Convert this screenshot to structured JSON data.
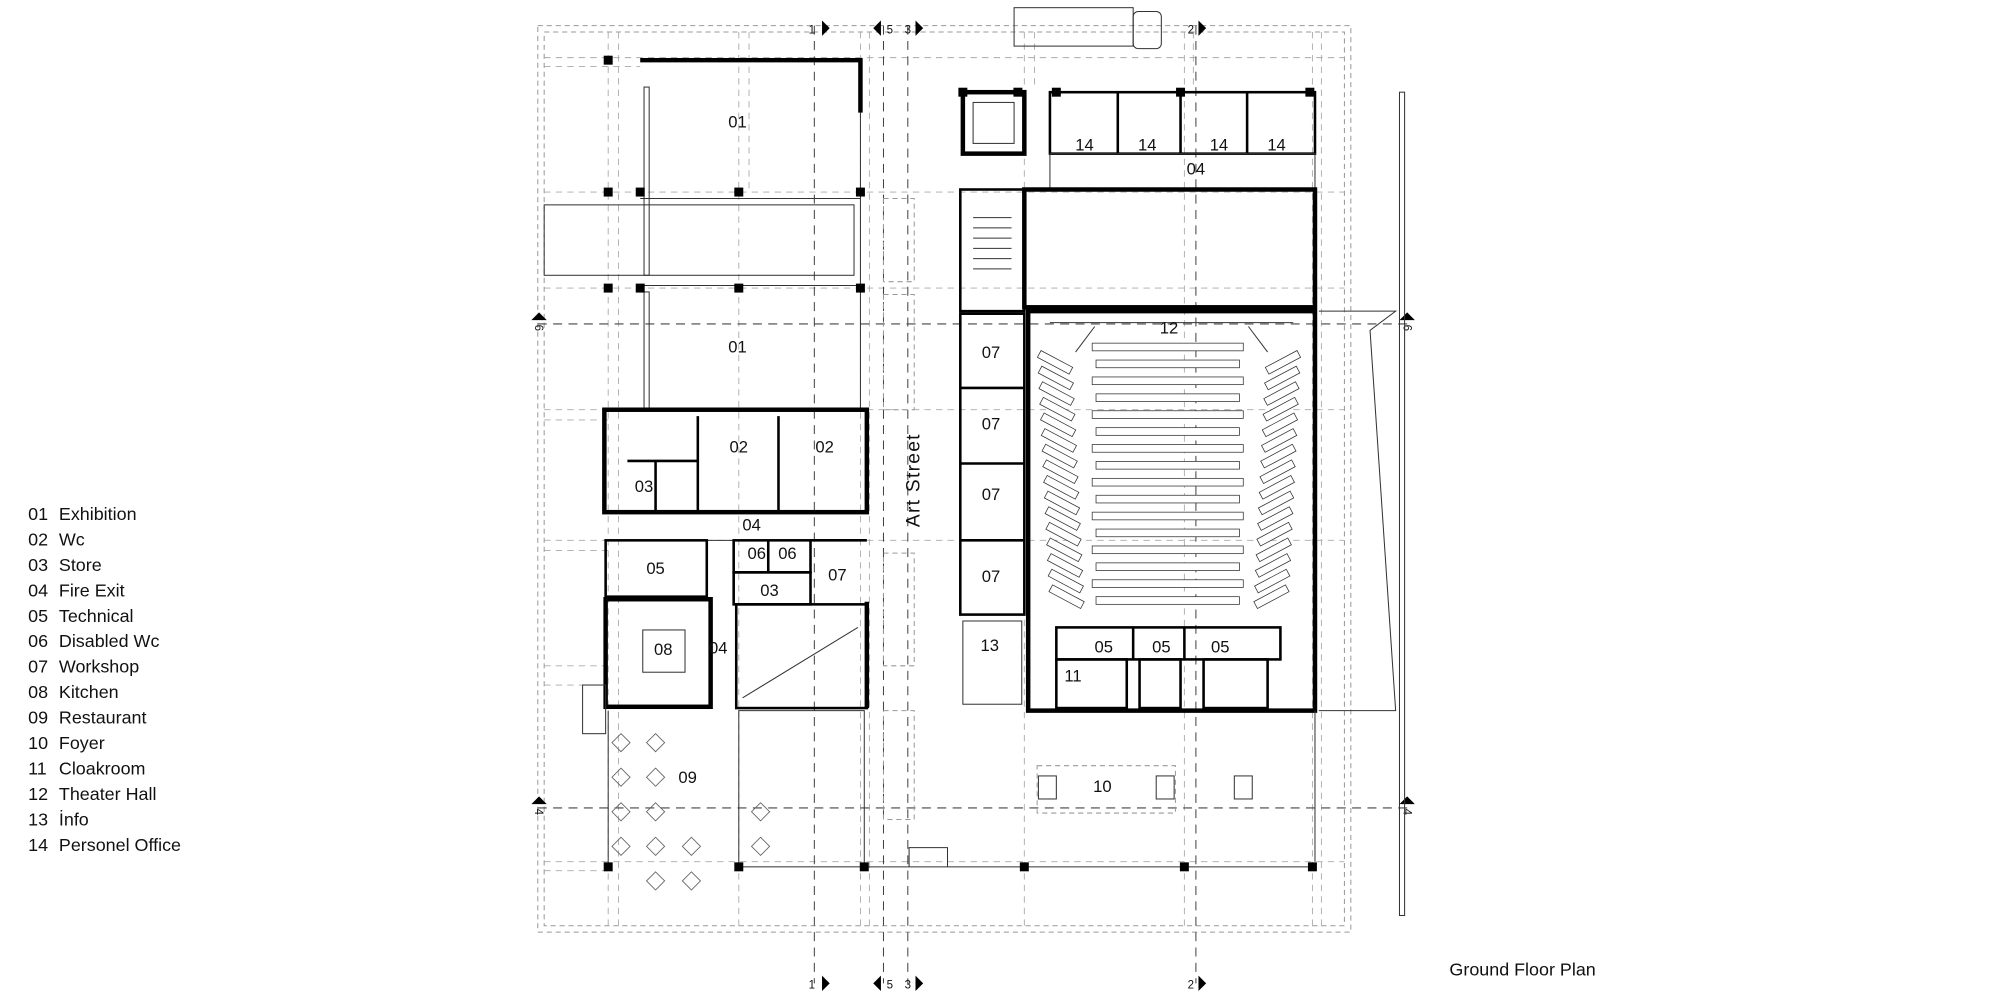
{
  "title": "Ground Floor Plan",
  "street_label": "Art Street",
  "legend": [
    {
      "num": "01",
      "name": "Exhibition"
    },
    {
      "num": "02",
      "name": "Wc"
    },
    {
      "num": "03",
      "name": "Store"
    },
    {
      "num": "04",
      "name": "Fire Exit"
    },
    {
      "num": "05",
      "name": "Technical"
    },
    {
      "num": "06",
      "name": "Disabled Wc"
    },
    {
      "num": "07",
      "name": "Workshop"
    },
    {
      "num": "08",
      "name": "Kitchen"
    },
    {
      "num": "09",
      "name": "Restaurant"
    },
    {
      "num": "10",
      "name": "Foyer"
    },
    {
      "num": "11",
      "name": "Cloakroom"
    },
    {
      "num": "12",
      "name": "Theater Hall"
    },
    {
      "num": "13",
      "name": "İnfo"
    },
    {
      "num": "14",
      "name": "Personel Office"
    }
  ],
  "room_tags": [
    "01",
    "01",
    "02",
    "02",
    "03",
    "04",
    "05",
    "06",
    "06",
    "07",
    "03",
    "08",
    "04",
    "09",
    "14",
    "14",
    "14",
    "14",
    "04",
    "12",
    "07",
    "07",
    "07",
    "07",
    "13",
    "05",
    "05",
    "05",
    "11",
    "10"
  ],
  "section_marks": {
    "top": [
      "1",
      "5",
      "3",
      "2"
    ],
    "bottom": [
      "1",
      "5",
      "3",
      "2"
    ],
    "left": [
      "6",
      "4"
    ],
    "right": [
      "6",
      "4"
    ]
  }
}
